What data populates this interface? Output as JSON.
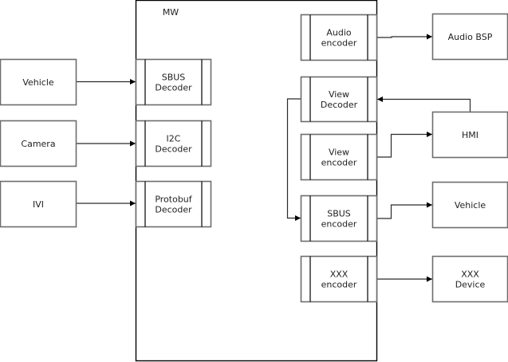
{
  "container": {
    "label": "MW"
  },
  "inputs": [
    {
      "id": "vehicle-in",
      "lines": [
        "Vehicle"
      ]
    },
    {
      "id": "camera",
      "lines": [
        "Camera"
      ]
    },
    {
      "id": "ivi",
      "lines": [
        "IVI"
      ]
    }
  ],
  "decoders": [
    {
      "id": "sbus-decoder",
      "lines": [
        "SBUS",
        "Decoder"
      ]
    },
    {
      "id": "i2c-decoder",
      "lines": [
        "I2C",
        "Decoder"
      ]
    },
    {
      "id": "protobuf-decoder",
      "lines": [
        "Protobuf",
        "Decoder"
      ]
    }
  ],
  "encoders": [
    {
      "id": "audio-encoder",
      "lines": [
        "Audio",
        "encoder"
      ]
    },
    {
      "id": "view-decoder",
      "lines": [
        "View",
        "Decoder"
      ]
    },
    {
      "id": "view-encoder",
      "lines": [
        "View",
        "encoder"
      ]
    },
    {
      "id": "sbus-encoder",
      "lines": [
        "SBUS",
        "encoder"
      ]
    },
    {
      "id": "xxx-encoder",
      "lines": [
        "XXX",
        "encoder"
      ]
    }
  ],
  "outputs": [
    {
      "id": "audio-bsp",
      "lines": [
        "Audio BSP"
      ]
    },
    {
      "id": "hmi",
      "lines": [
        "HMI"
      ]
    },
    {
      "id": "vehicle-out",
      "lines": [
        "Vehicle"
      ]
    },
    {
      "id": "xxx-device",
      "lines": [
        "XXX",
        "Device"
      ]
    }
  ],
  "connections": [
    {
      "from": "vehicle-in",
      "to": "sbus-decoder"
    },
    {
      "from": "camera",
      "to": "i2c-decoder"
    },
    {
      "from": "ivi",
      "to": "protobuf-decoder"
    },
    {
      "from": "audio-encoder",
      "to": "audio-bsp"
    },
    {
      "from": "hmi",
      "to": "view-decoder"
    },
    {
      "from": "view-encoder",
      "to": "hmi"
    },
    {
      "from": "view-decoder",
      "to": "sbus-encoder"
    },
    {
      "from": "sbus-encoder",
      "to": "vehicle-out"
    },
    {
      "from": "xxx-encoder",
      "to": "xxx-device"
    }
  ]
}
